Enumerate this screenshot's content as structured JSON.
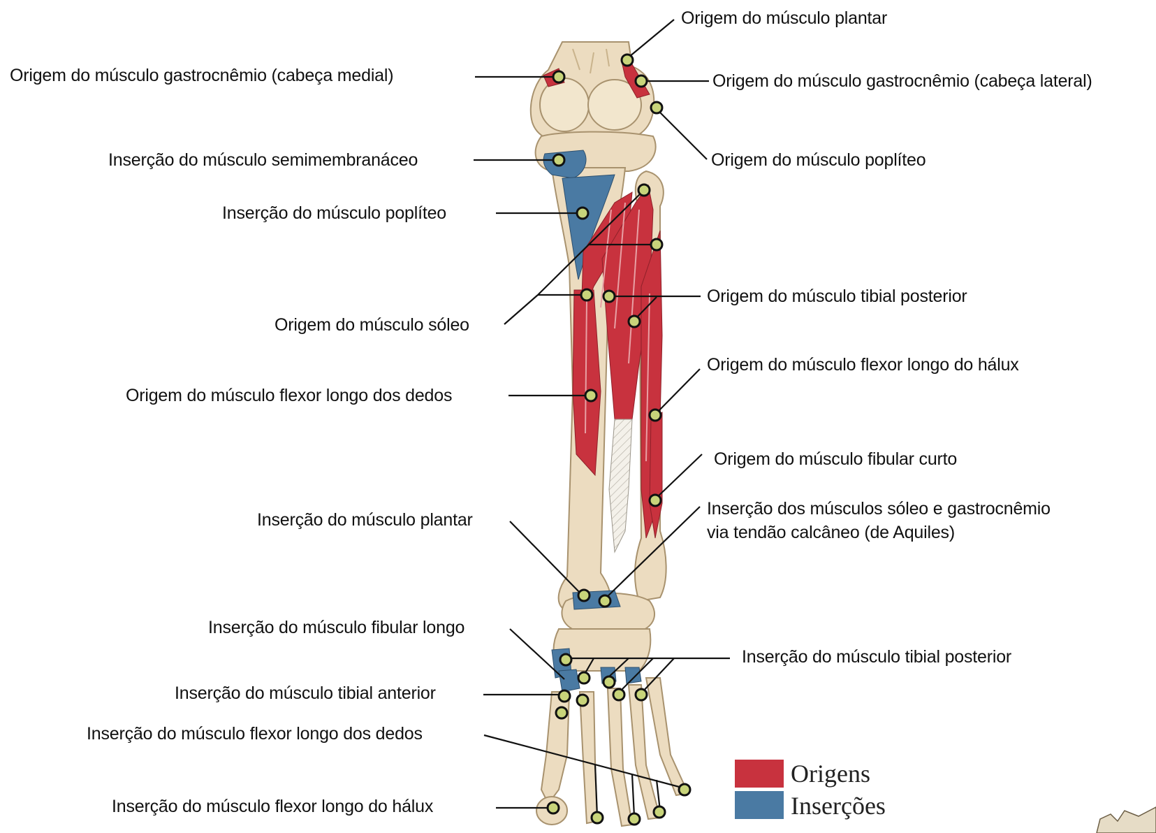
{
  "labels": {
    "origem_plantar": "Origem do músculo plantar",
    "origem_gastro_medial": "Origem do músculo gastrocnêmio (cabeça medial)",
    "origem_gastro_lateral": "Origem do músculo gastrocnêmio (cabeça lateral)",
    "insercao_semimembranaceo": "Inserção do músculo semimembranáceo",
    "origem_popliteo": "Origem do músculo poplíteo",
    "insercao_popliteo": "Inserção do músculo poplíteo",
    "origem_tibial_posterior": "Origem do músculo tibial posterior",
    "origem_soleo": "Origem do músculo sóleo",
    "origem_flexor_halux": "Origem do músculo flexor longo do hálux",
    "origem_flexor_dedos": "Origem do músculo flexor longo dos dedos",
    "origem_fibular_curto": "Origem do músculo fibular curto",
    "insercao_plantar": "Inserção do músculo plantar",
    "insercao_soleo_gastro_1": "Inserção dos músculos sóleo e gastrocnêmio",
    "insercao_soleo_gastro_2": "via tendão calcâneo (de Aquiles)",
    "insercao_fibular_longo": "Inserção do músculo fibular longo",
    "insercao_tibial_posterior": "Inserção do músculo tibial posterior",
    "insercao_tibial_anterior": "Inserção do músculo tibial anterior",
    "insercao_flexor_dedos": "Inserção do músculo flexor longo dos dedos",
    "insercao_flexor_halux": "Inserção do músculo flexor longo do hálux"
  },
  "legend": {
    "origins_label": "Origens",
    "insertions_label": "Inserções",
    "origins_color": "#c8323e",
    "insertions_color": "#4a7aa3"
  },
  "colors": {
    "bone": "#ecdcc0",
    "bone_edge": "#b8a27e",
    "muscle_origin": "#c8323e",
    "muscle_insertion": "#4a7aa3",
    "marker_fill": "#c8d47a"
  }
}
